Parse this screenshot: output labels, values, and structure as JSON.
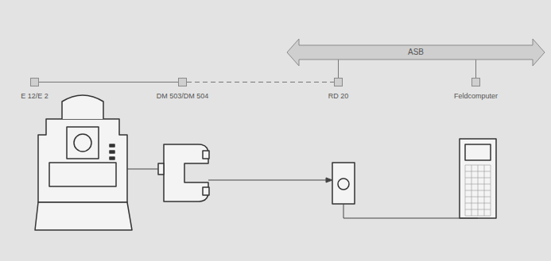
{
  "diagram": {
    "nodes": [
      {
        "text": [
          "ASB"
        ]
      },
      {
        "text": [
          "E 12/E 2"
        ]
      },
      {
        "text": [
          "DM 503/DM 504"
        ]
      },
      {
        "text": [
          "RD 20"
        ]
      },
      {
        "text": [
          "Feldcomputer"
        ]
      }
    ],
    "edges": [
      {
        "from": 1,
        "to": 2,
        "arrow": "none"
      },
      {
        "from": 2,
        "to": 3,
        "arrow": "none"
      },
      {
        "from": 0,
        "to": 3,
        "arrow": "none"
      },
      {
        "from": 0,
        "to": 4,
        "arrow": "none"
      }
    ]
  }
}
